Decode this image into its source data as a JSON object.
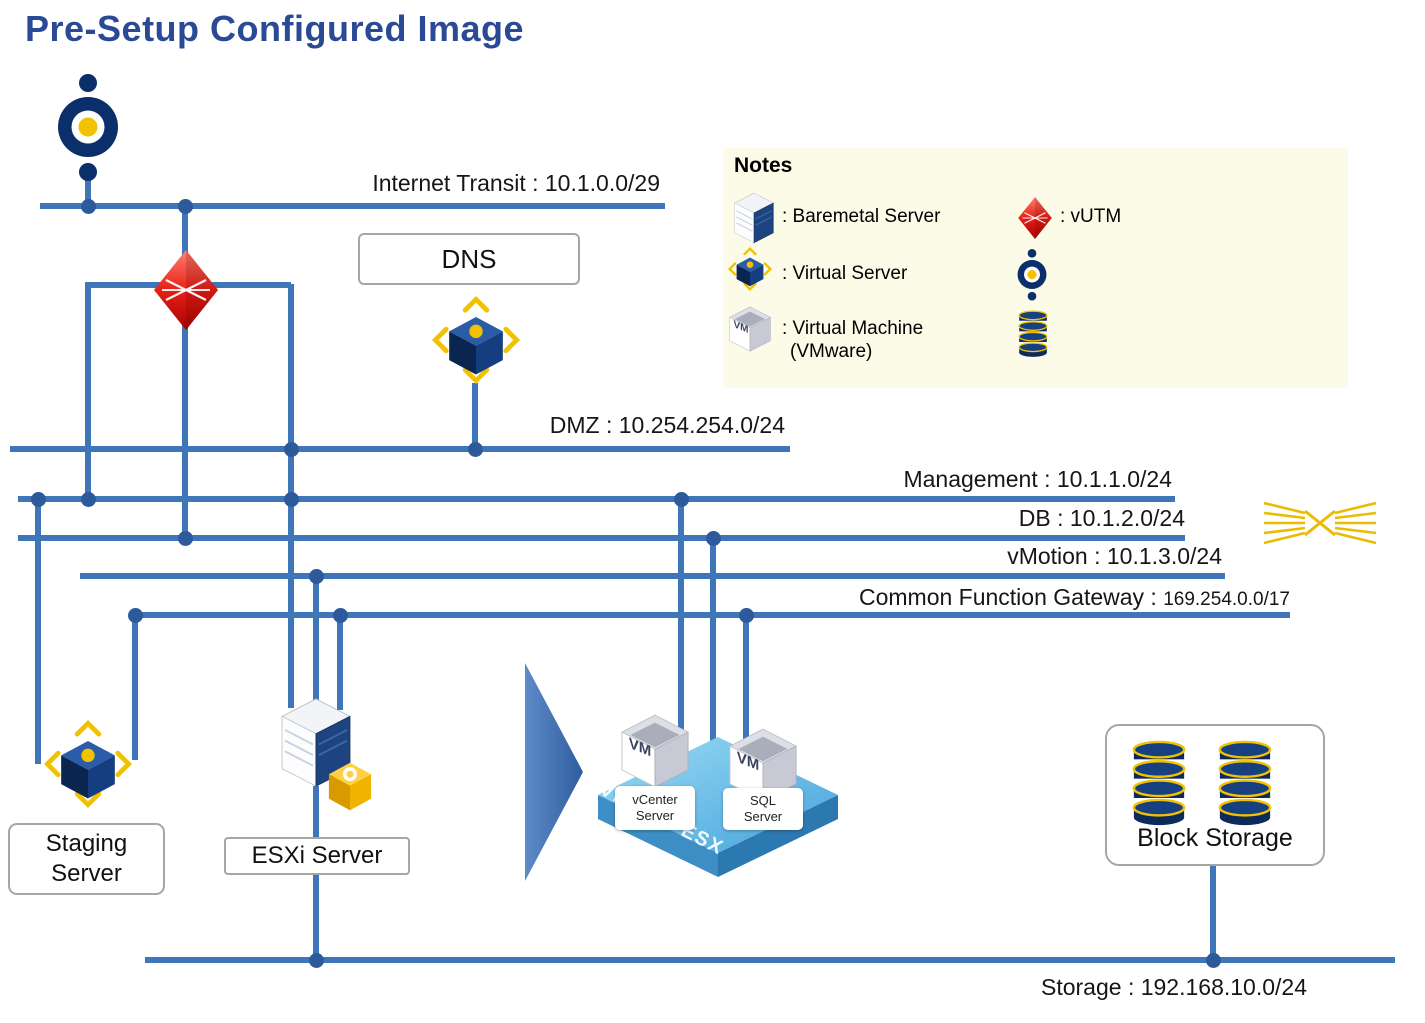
{
  "title": "Pre-Setup Configured Image",
  "networks": {
    "internet_transit": "Internet Transit : 10.1.0.0/29",
    "dmz": "DMZ : 10.254.254.0/24",
    "management": "Management : 10.1.1.0/24",
    "db": "DB : 10.1.2.0/24",
    "vmotion": "vMotion : 10.1.3.0/24",
    "cfg_prefix": "Common Function Gateway : ",
    "cfg_cidr": "169.254.0.0/17",
    "storage": "Storage : 192.168.10.0/24"
  },
  "nodes": {
    "dns": "DNS",
    "staging": "Staging Server",
    "esxi": "ESXi Server",
    "vcenter": "vCenter Server",
    "sql": "SQL Server",
    "block_storage": "Block Storage",
    "platform": "VMware ESX",
    "vm_badge": "VM"
  },
  "legend": {
    "title": "Notes",
    "baremetal": ": Baremetal Server",
    "vutm": ": vUTM",
    "virtual_server": ": Virtual Server",
    "virtual_machine_line1": ": Virtual Machine",
    "virtual_machine_line2": "(VMware)"
  },
  "colors": {
    "line_blue": "#3E76B9",
    "junction_dot": "#2D5A9B",
    "title_blue": "#2B4A96",
    "legend_bg": "#FBFBE8",
    "utm_red": "#D42A1E",
    "gold": "#F2C200",
    "navy": "#0B2F6B",
    "platform_blue": "#55B0E4"
  }
}
